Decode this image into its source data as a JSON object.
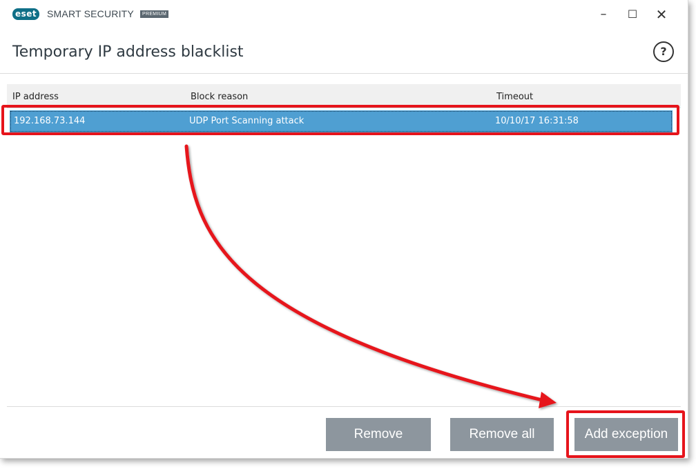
{
  "app": {
    "logo_text": "eset",
    "product_name": "SMART SECURITY",
    "edition_badge": "PREMIUM"
  },
  "window_controls": {
    "minimize": "–",
    "maximize": "☐",
    "close": "✕"
  },
  "page": {
    "title": "Temporary IP address blacklist",
    "help_label": "?"
  },
  "table": {
    "columns": [
      "IP address",
      "Block reason",
      "Timeout"
    ],
    "rows": [
      {
        "ip": "192.168.73.144",
        "reason": "UDP Port Scanning attack",
        "timeout": "10/10/17 16:31:58"
      }
    ],
    "selected_row_color": "#4f9fd2"
  },
  "buttons": {
    "remove": "Remove",
    "remove_all": "Remove all",
    "add_exception": "Add exception"
  },
  "annotation_color": "#e6141b",
  "icons": {
    "help": "help-icon",
    "minimize": "minimize-icon",
    "maximize": "maximize-icon",
    "close": "close-icon"
  }
}
